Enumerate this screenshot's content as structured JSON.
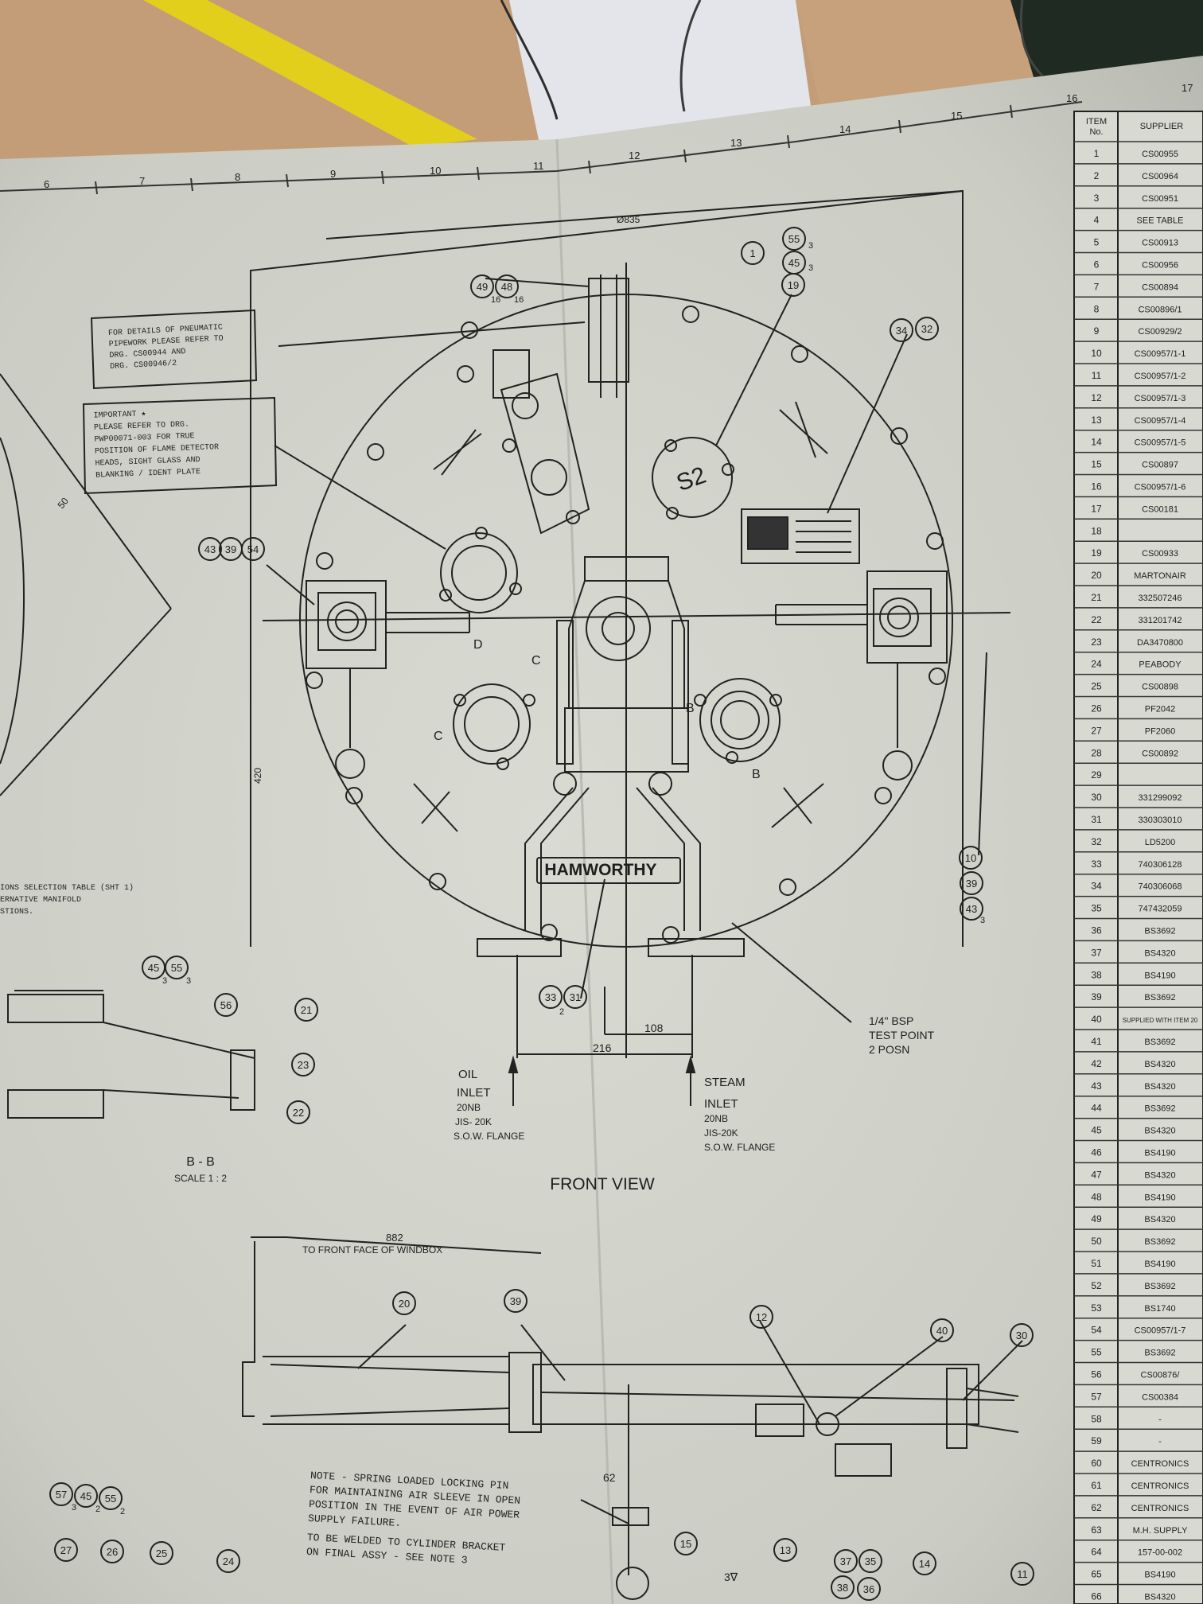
{
  "drawing": {
    "view_title": "FRONT VIEW",
    "brand_plate": "HAMWORTHY",
    "plate_mark": "S2",
    "section_title": "B - B",
    "section_scale": "SCALE 1 : 2",
    "note_pneumatic": [
      "FOR DETAILS OF PNEUMATIC",
      "PIPEWORK PLEASE REFER TO",
      "DRG. CS00944 AND",
      "DRG. CS00946/2"
    ],
    "note_important": [
      "IMPORTANT  ★",
      "PLEASE REFER TO DRG.",
      "PWP00071-003 FOR TRUE",
      "POSITION OF FLAME DETECTOR",
      "HEADS, SIGHT GLASS AND",
      "BLANKING / IDENT PLATE"
    ],
    "note_selection": [
      "IONS SELECTION TABLE (SHT 1)",
      "ERNATIVE MANIFOLD",
      "STIONS."
    ],
    "note_locking": [
      "NOTE - SPRING LOADED LOCKING PIN",
      "FOR MAINTAINING AIR SLEEVE IN OPEN",
      "POSITION IN THE EVENT OF AIR POWER",
      "SUPPLY FAILURE."
    ],
    "note_welded": [
      "TO BE WELDED TO CYLINDER BRACKET",
      "ON FINAL ASSY - SEE NOTE 3"
    ],
    "test_point": [
      "1/4\" BSP",
      "TEST POINT",
      "2 POSN"
    ],
    "oil_inlet": [
      "OIL",
      "INLET",
      "20NB",
      "JIS- 20K",
      "S.O.W. FLANGE"
    ],
    "steam_inlet": [
      "STEAM",
      "INLET",
      "20NB",
      "JIS-20K",
      "S.O.W. FLANGE"
    ],
    "dim_top": "Ø835",
    "dim_side": "420",
    "dim_108": "108",
    "dim_216": "216",
    "dim_882": "882",
    "dim_882_note": "TO FRONT FACE OF WINDBOX",
    "dim_62": "62",
    "dim_50": "50",
    "section_letters": [
      "D",
      "C",
      "C",
      "B",
      "B"
    ],
    "grid_numbers": [
      "6",
      "7",
      "8",
      "9",
      "10",
      "11",
      "12",
      "13",
      "14",
      "15",
      "16",
      "17"
    ],
    "balloons": [
      "1",
      "55",
      "45",
      "19",
      "49",
      "48",
      "34",
      "32",
      "43",
      "39",
      "54",
      "10",
      "39",
      "43",
      "33",
      "31",
      "45",
      "55",
      "56",
      "21",
      "23",
      "22",
      "20",
      "39",
      "12",
      "40",
      "30",
      "15",
      "13",
      "37",
      "35",
      "38",
      "36",
      "14",
      "11",
      "57",
      "45",
      "55",
      "27",
      "26",
      "25",
      "24"
    ],
    "balloon_subs": [
      "3",
      "3",
      "16",
      "16",
      "2",
      "3",
      "3",
      "3",
      "3",
      "2",
      "2"
    ],
    "weld_symbol": "3∇"
  },
  "parts_table": {
    "col_item": [
      "ITEM",
      "No."
    ],
    "col_supplier": "SUPPLIER",
    "rows": [
      [
        "1",
        "CS00955"
      ],
      [
        "2",
        "CS00964"
      ],
      [
        "3",
        "CS00951"
      ],
      [
        "4",
        "SEE TABLE"
      ],
      [
        "5",
        "CS00913"
      ],
      [
        "6",
        "CS00956"
      ],
      [
        "7",
        "CS00894"
      ],
      [
        "8",
        "CS00896/1"
      ],
      [
        "9",
        "CS00929/2"
      ],
      [
        "10",
        "CS00957/1-1"
      ],
      [
        "11",
        "CS00957/1-2"
      ],
      [
        "12",
        "CS00957/1-3"
      ],
      [
        "13",
        "CS00957/1-4"
      ],
      [
        "14",
        "CS00957/1-5"
      ],
      [
        "15",
        "CS00897"
      ],
      [
        "16",
        "CS00957/1-6"
      ],
      [
        "17",
        "CS00181"
      ],
      [
        "18",
        ""
      ],
      [
        "19",
        "CS00933"
      ],
      [
        "20",
        "MARTONAIR"
      ],
      [
        "21",
        "332507246"
      ],
      [
        "22",
        "331201742"
      ],
      [
        "23",
        "DA3470800"
      ],
      [
        "24",
        "PEABODY"
      ],
      [
        "25",
        "CS00898"
      ],
      [
        "26",
        "PF2042"
      ],
      [
        "27",
        "PF2060"
      ],
      [
        "28",
        "CS00892"
      ],
      [
        "29",
        ""
      ],
      [
        "30",
        "331299092"
      ],
      [
        "31",
        "330303010"
      ],
      [
        "32",
        "LD5200"
      ],
      [
        "33",
        "740306128"
      ],
      [
        "34",
        "740306068"
      ],
      [
        "35",
        "747432059"
      ],
      [
        "36",
        "BS3692"
      ],
      [
        "37",
        "BS4320"
      ],
      [
        "38",
        "BS4190"
      ],
      [
        "39",
        "BS3692"
      ],
      [
        "40",
        "SUPPLIED WITH ITEM 20"
      ],
      [
        "41",
        "BS3692"
      ],
      [
        "42",
        "BS4320"
      ],
      [
        "43",
        "BS4320"
      ],
      [
        "44",
        "BS3692"
      ],
      [
        "45",
        "BS4320"
      ],
      [
        "46",
        "BS4190"
      ],
      [
        "47",
        "BS4320"
      ],
      [
        "48",
        "BS4190"
      ],
      [
        "49",
        "BS4320"
      ],
      [
        "50",
        "BS3692"
      ],
      [
        "51",
        "BS4190"
      ],
      [
        "52",
        "BS3692"
      ],
      [
        "53",
        "BS1740"
      ],
      [
        "54",
        "CS00957/1-7"
      ],
      [
        "55",
        "BS3692"
      ],
      [
        "56",
        "CS00876/"
      ],
      [
        "57",
        "CS00384"
      ],
      [
        "58",
        "-"
      ],
      [
        "59",
        "-"
      ],
      [
        "60",
        "CENTRONICS"
      ],
      [
        "61",
        "CENTRONICS"
      ],
      [
        "62",
        "CENTRONICS"
      ],
      [
        "63",
        "M.H. SUPPLY"
      ],
      [
        "64",
        "157-00-002"
      ],
      [
        "65",
        "BS4190"
      ],
      [
        "66",
        "BS4320"
      ]
    ]
  }
}
